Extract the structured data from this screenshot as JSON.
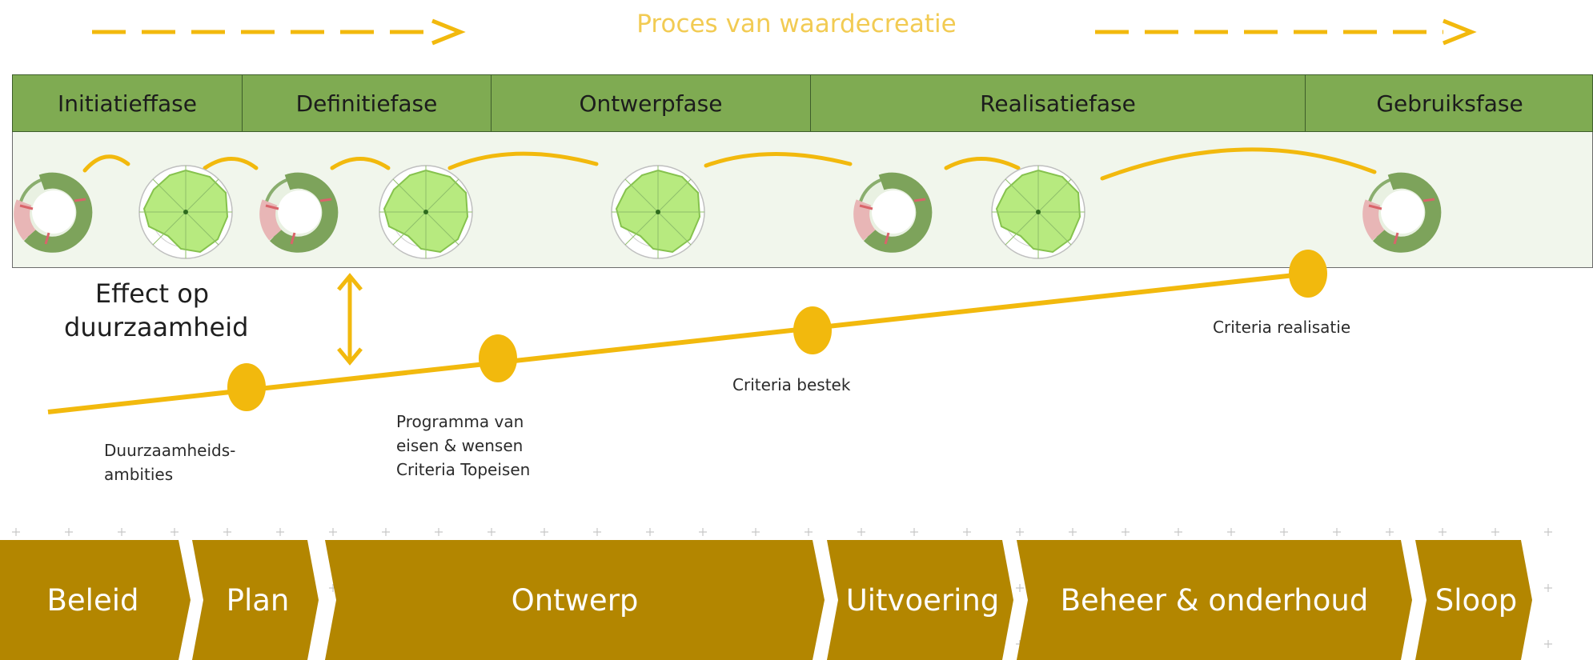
{
  "header": {
    "title": "Proces van waardecreatie"
  },
  "phases": [
    {
      "label": "Initiatieffase"
    },
    {
      "label": "Definitiefase"
    },
    {
      "label": "Ontwerpfase"
    },
    {
      "label": "Realisatiefase"
    },
    {
      "label": "Gebruiksfase"
    }
  ],
  "effect_label": "Effect op\nduurzaamheid",
  "milestones": [
    {
      "label": "Duurzaamheids-\nambities"
    },
    {
      "label": "Programma van\neisen & wensen\nCriteria Topeisen"
    },
    {
      "label": "Criteria bestek"
    },
    {
      "label": "Criteria realisatie"
    }
  ],
  "lifecycle_steps": [
    {
      "label": "Beleid"
    },
    {
      "label": "Plan"
    },
    {
      "label": "Ontwerp"
    },
    {
      "label": "Uitvoering"
    },
    {
      "label": "Beheer & onderhoud"
    },
    {
      "label": "Sloop"
    }
  ],
  "colors": {
    "accent_yellow": "#f2b90d",
    "title_yellow": "#f2cb53",
    "phase_green": "#7fab52",
    "panel_bg": "#f1f6ec",
    "chevron_gold": "#b38600"
  },
  "icons": {
    "ring": "circular-ring-icon",
    "radar": "radar-chart-icon"
  }
}
